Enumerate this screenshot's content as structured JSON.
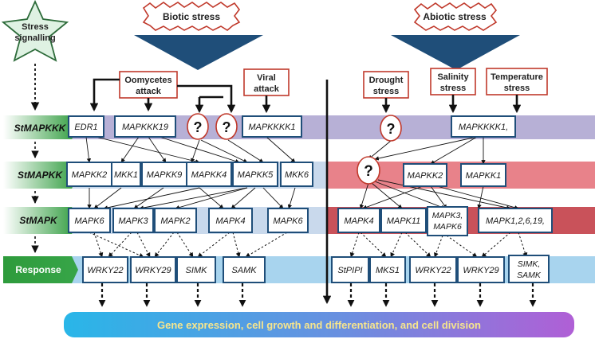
{
  "colors": {
    "node_border": "#1f4e79",
    "stim_border": "#c0392b",
    "band_mapkkk": "#b7b0d6",
    "band_mapkk_left": "#c9d9ec",
    "band_mapkk_right": "#e8828a",
    "band_mapk_left": "#c9d9ec",
    "band_mapk_right": "#c9525a",
    "band_response": "#a8d4ee",
    "level_label_bg": "#2e8b3a",
    "funnel": "#1f4e79"
  },
  "signalling": {
    "label_line1": "Stress",
    "label_line2": "signalling"
  },
  "stress": {
    "biotic": "Biotic stress",
    "abiotic": "Abiotic stress"
  },
  "levels": {
    "mapkkk": "StMAPKKK",
    "mapkk": "StMAPKK",
    "mapk": "StMAPK",
    "response": "Response"
  },
  "stimuli": {
    "oomycetes": {
      "line1": "Oomycetes",
      "line2": "attack"
    },
    "viral": {
      "line1": "Viral",
      "line2": "attack"
    },
    "drought": {
      "line1": "Drought",
      "line2": "stress"
    },
    "salinity": {
      "line1": "Salinity",
      "line2": "stress"
    },
    "temperature": {
      "line1": "Temperature",
      "line2": "stress"
    }
  },
  "unknown_mark": "?",
  "nodes": {
    "edr1": "EDR1",
    "mapkkk19": "MAPKKK19",
    "mapkkkk1": "MAPKKKK1",
    "mapkkkk1_abiotic": "MAPKKKK1,",
    "mapkk2": "MAPKK2",
    "mkk1": "MKK1",
    "mapkk9": "MAPKK9",
    "mapkk4": "MAPKK4",
    "mapkk5": "MAPKK5",
    "mkk6": "MKK6",
    "mapkk2_abiotic": "MAPKK2",
    "mapkk1_abiotic": "MAPKK1",
    "mapk6": "MAPK6",
    "mapk3": "MAPK3",
    "mapk2": "MAPK2",
    "mapk4": "MAPK4",
    "mapk6b": "MAPK6",
    "mapk4_abiotic": "MAPK4",
    "mapk11": "MAPK11",
    "mapk3_mapk6": {
      "line1": "MAPK3,",
      "line2": "MAPK6"
    },
    "mapk1_2_6_19": "MAPK1,2,6,19,",
    "wrky22": "WRKY22",
    "wrky29": "WRKY29",
    "simk": "SIMK",
    "samk": "SAMK",
    "stpipi": "StPIPI",
    "mks1": "MKS1",
    "wrky22_abiotic": "WRKY22",
    "wrky29_abiotic": "WRKY29",
    "simk_samk": {
      "line1": "SIMK,",
      "line2": "SAMK"
    }
  },
  "gene_expression": "Gene expression, cell growth and differentiation, and cell division"
}
